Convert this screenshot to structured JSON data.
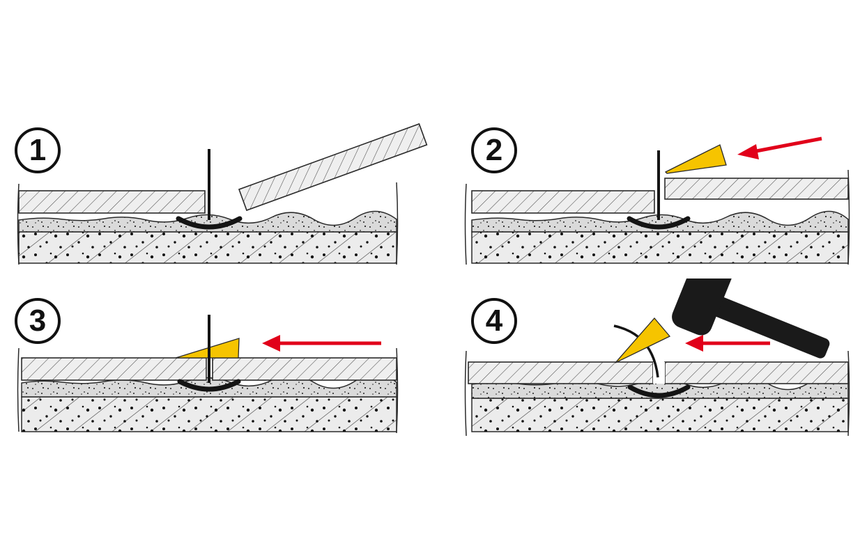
{
  "colors": {
    "outline": "#2a2a2a",
    "hatch": "#555555",
    "tile_fill": "#e9e9e9",
    "mortar_fill": "#d9d9d9",
    "substrate_fill": "#ececec",
    "wedge": "#f6c400",
    "arrow": "#e1001a",
    "clip": "#141414",
    "hammer": "#1a1a1a"
  },
  "steps": [
    {
      "number": "1",
      "icons": [
        "tile-tilted",
        "leveling-clip"
      ]
    },
    {
      "number": "2",
      "icons": [
        "wedge-icon",
        "red-arrow-icon",
        "leveling-clip"
      ]
    },
    {
      "number": "3",
      "icons": [
        "wedge-inserted",
        "red-arrow-icon",
        "leveling-clip"
      ]
    },
    {
      "number": "4",
      "icons": [
        "hammer-icon",
        "wedge-icon",
        "red-arrow-icon",
        "broken-clip"
      ]
    }
  ]
}
